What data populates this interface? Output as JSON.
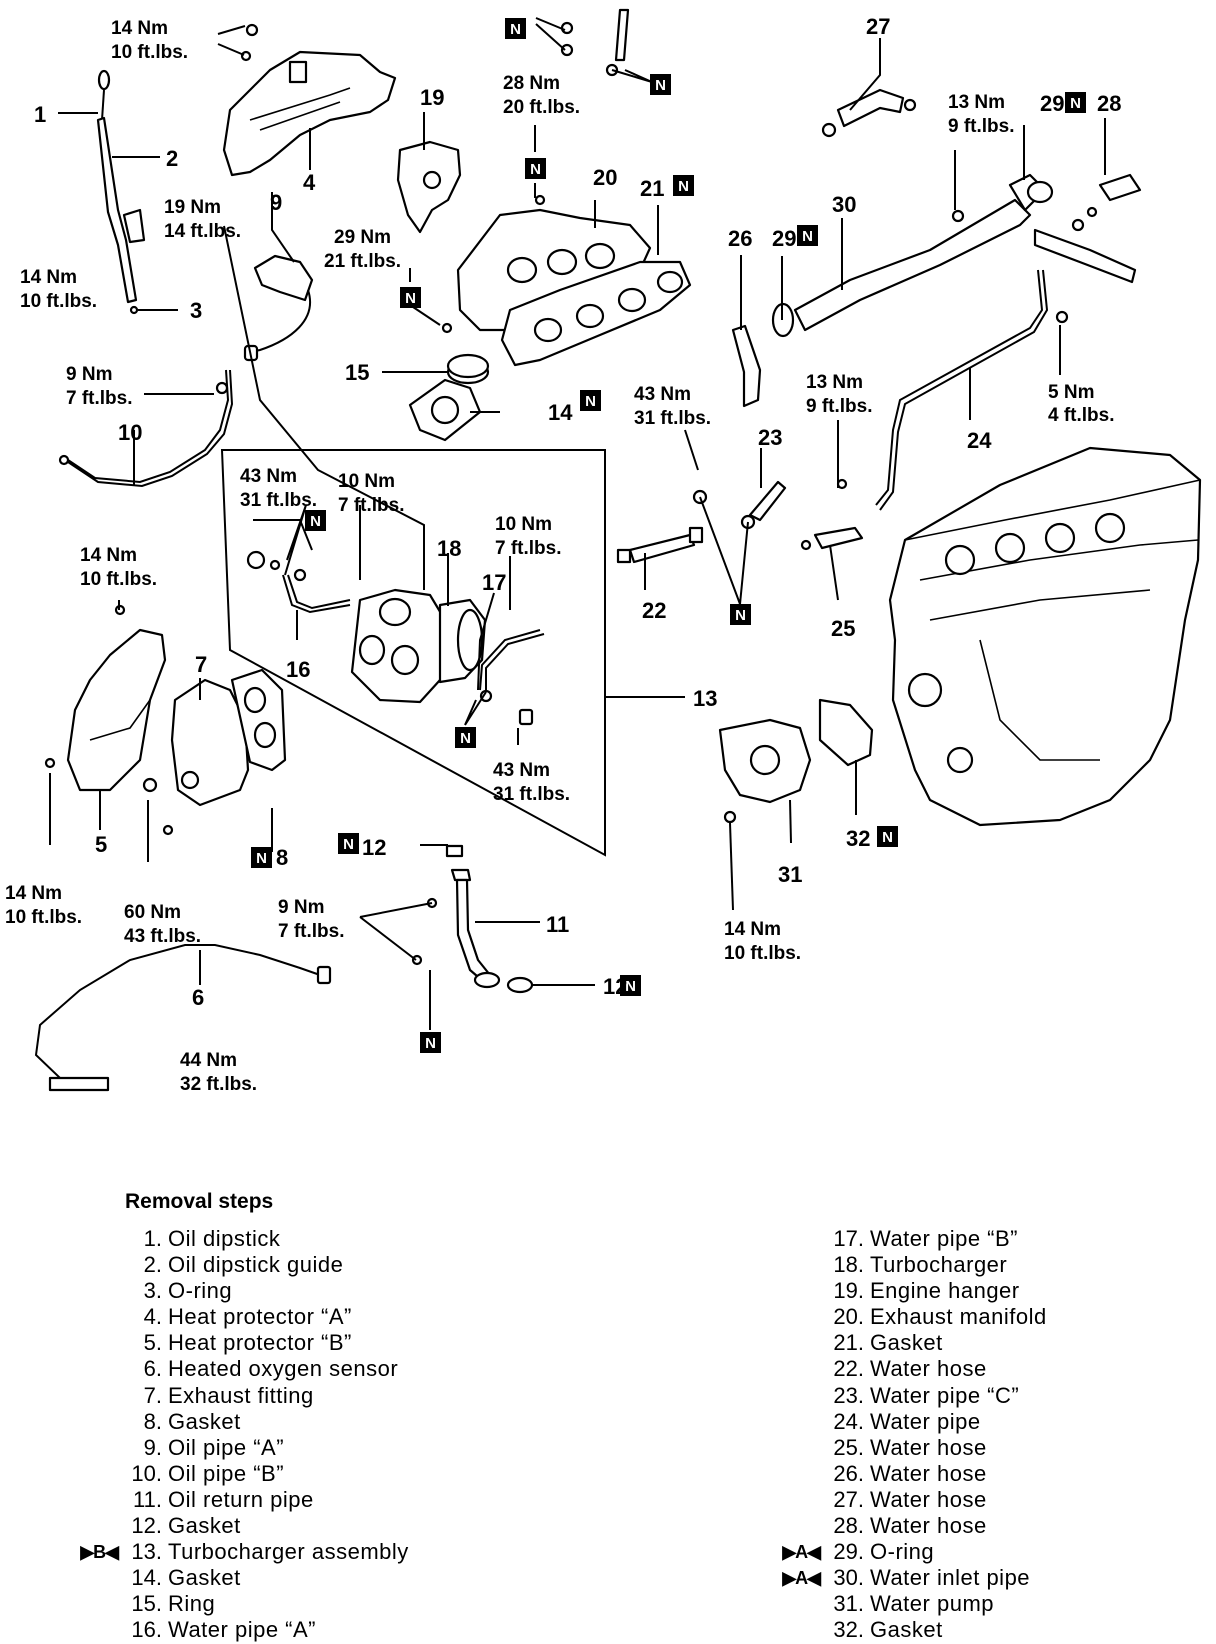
{
  "callouts": {
    "c1": "1",
    "c2": "2",
    "c3": "3",
    "c4": "4",
    "c5": "5",
    "c6": "6",
    "c7": "7",
    "c8": "8",
    "c9": "9",
    "c10": "10",
    "c11": "11",
    "c12a": "12",
    "c12b": "12",
    "c13": "13",
    "c14": "14",
    "c15": "15",
    "c16": "16",
    "c17": "17",
    "c18": "18",
    "c19": "19",
    "c20": "20",
    "c21": "21",
    "c22": "22",
    "c23": "23",
    "c24": "24",
    "c25": "25",
    "c26": "26",
    "c27": "27",
    "c28": "28",
    "c29a": "29",
    "c29b": "29",
    "c30": "30",
    "c31": "31",
    "c32": "32"
  },
  "torque": {
    "nm14": "14 Nm",
    "ft10": "10 ft.lbs.",
    "nm28": "28 Nm",
    "ft20": "20 ft.lbs.",
    "nm13": "13 Nm",
    "ft9": "9 ft.lbs.",
    "nm19": "19 Nm",
    "ft14": "14 ft.lbs.",
    "nm29": "29 Nm",
    "ft21": "21 ft.lbs.",
    "nm9": "9 Nm",
    "ft7": "7 ft.lbs.",
    "nm43": "43 Nm",
    "ft31": "31 ft.lbs.",
    "nm10": "10 Nm",
    "nm5": "5 Nm",
    "ft4": "4 ft.lbs.",
    "nm60": "60 Nm",
    "ft43": "43 ft.lbs.",
    "nm44": "44 Nm",
    "ft32": "32 ft.lbs."
  },
  "new_part_marker": "N",
  "steps_title": "Removal steps",
  "steps_left": [
    {
      "mark": "",
      "no": "1.",
      "text": "Oil dipstick"
    },
    {
      "mark": "",
      "no": "2.",
      "text": "Oil dipstick guide"
    },
    {
      "mark": "",
      "no": "3.",
      "text": "O-ring"
    },
    {
      "mark": "",
      "no": "4.",
      "text": "Heat protector “A”"
    },
    {
      "mark": "",
      "no": "5.",
      "text": "Heat protector “B”"
    },
    {
      "mark": "",
      "no": "6.",
      "text": "Heated oxygen sensor"
    },
    {
      "mark": "",
      "no": "7.",
      "text": "Exhaust fitting"
    },
    {
      "mark": "",
      "no": "8.",
      "text": "Gasket"
    },
    {
      "mark": "",
      "no": "9.",
      "text": "Oil pipe “A”"
    },
    {
      "mark": "",
      "no": "10.",
      "text": "Oil pipe “B”"
    },
    {
      "mark": "",
      "no": "11.",
      "text": "Oil return pipe"
    },
    {
      "mark": "",
      "no": "12.",
      "text": "Gasket"
    },
    {
      "mark": "▶B◀",
      "no": "13.",
      "text": "Turbocharger assembly"
    },
    {
      "mark": "",
      "no": "14.",
      "text": "Gasket"
    },
    {
      "mark": "",
      "no": "15.",
      "text": "Ring"
    },
    {
      "mark": "",
      "no": "16.",
      "text": "Water pipe “A”"
    }
  ],
  "steps_right": [
    {
      "mark": "",
      "no": "17.",
      "text": "Water pipe “B”"
    },
    {
      "mark": "",
      "no": "18.",
      "text": "Turbocharger"
    },
    {
      "mark": "",
      "no": "19.",
      "text": "Engine hanger"
    },
    {
      "mark": "",
      "no": "20.",
      "text": "Exhaust manifold"
    },
    {
      "mark": "",
      "no": "21.",
      "text": "Gasket"
    },
    {
      "mark": "",
      "no": "22.",
      "text": "Water hose"
    },
    {
      "mark": "",
      "no": "23.",
      "text": "Water pipe “C”"
    },
    {
      "mark": "",
      "no": "24.",
      "text": "Water pipe"
    },
    {
      "mark": "",
      "no": "25.",
      "text": "Water hose"
    },
    {
      "mark": "",
      "no": "26.",
      "text": "Water hose"
    },
    {
      "mark": "",
      "no": "27.",
      "text": "Water hose"
    },
    {
      "mark": "",
      "no": "28.",
      "text": "Water hose"
    },
    {
      "mark": "▶A◀",
      "no": "29.",
      "text": "O-ring"
    },
    {
      "mark": "▶A◀",
      "no": "30.",
      "text": "Water inlet pipe"
    },
    {
      "mark": "",
      "no": "31.",
      "text": "Water pump"
    },
    {
      "mark": "",
      "no": "32.",
      "text": "Gasket"
    }
  ]
}
